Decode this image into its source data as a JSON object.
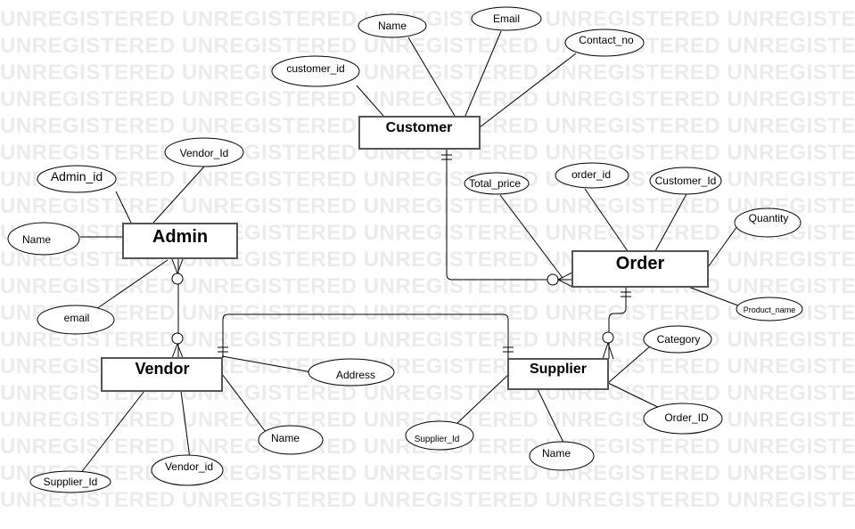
{
  "watermark": "UNREGISTERED",
  "entities": {
    "customer": "Customer",
    "admin": "Admin",
    "order": "Order",
    "vendor": "Vendor",
    "supplier": "Supplier"
  },
  "attributes": {
    "customer_name": "Name",
    "customer_email": "Email",
    "customer_contact": "Contact_no",
    "customer_id": "customer_id",
    "admin_vendor_id": "Vendor_Id",
    "admin_id": "Admin_id",
    "admin_name": "Name",
    "admin_email": "email",
    "order_total_price": "Total_price",
    "order_id": "order_id",
    "order_customer_id": "Customer_Id",
    "order_quantity": "Quantity",
    "order_product_name": "Product_name",
    "supplier_category": "Category",
    "supplier_order_id": "Order_ID",
    "supplier_name": "Name",
    "supplier_supplier_id": "Supplier_Id",
    "vendor_address": "Address",
    "vendor_name": "Name",
    "vendor_vendor_id": "Vendor_id",
    "vendor_supplier_id": "Supplier_Id"
  }
}
